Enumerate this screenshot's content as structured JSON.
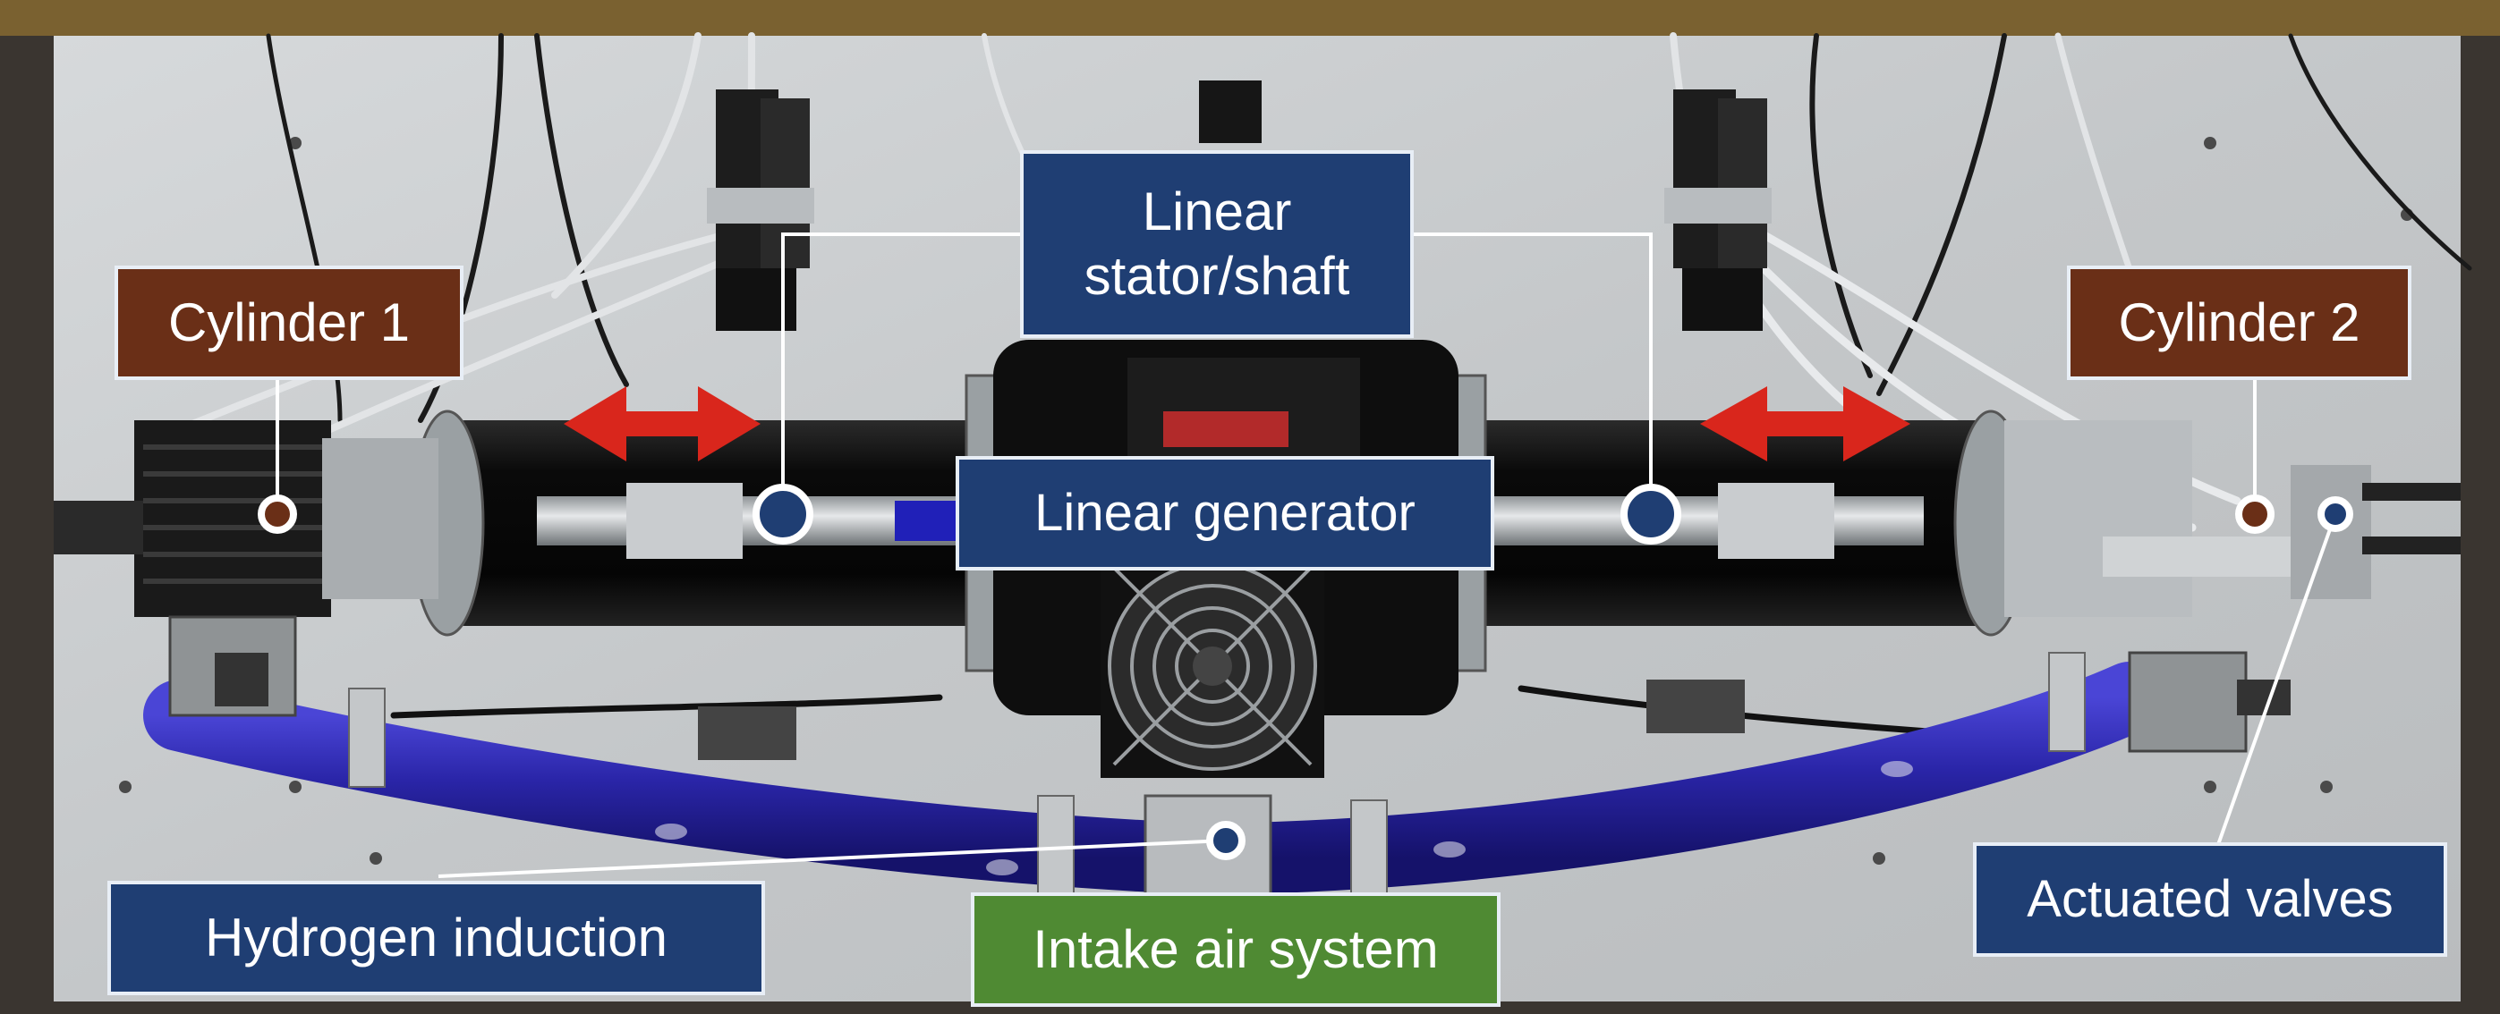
{
  "labels": {
    "cylinder1": "Cylinder 1",
    "cylinder2": "Cylinder 2",
    "linear_stator_shaft": "Linear\nstator/shaft",
    "linear_generator": "Linear generator",
    "hydrogen_induction": "Hydrogen induction",
    "intake_air_system": "Intake air system",
    "actuated_valves": "Actuated valves"
  },
  "colors": {
    "brown_label": "#6a2f17",
    "navy_label": "#1f3e73",
    "green_label": "#4f8a33",
    "arrow_red": "#d9261c",
    "hose_blue": "#2a25a8",
    "engine_black": "#0c0c0c",
    "plate_silver": "#c9ccce"
  }
}
